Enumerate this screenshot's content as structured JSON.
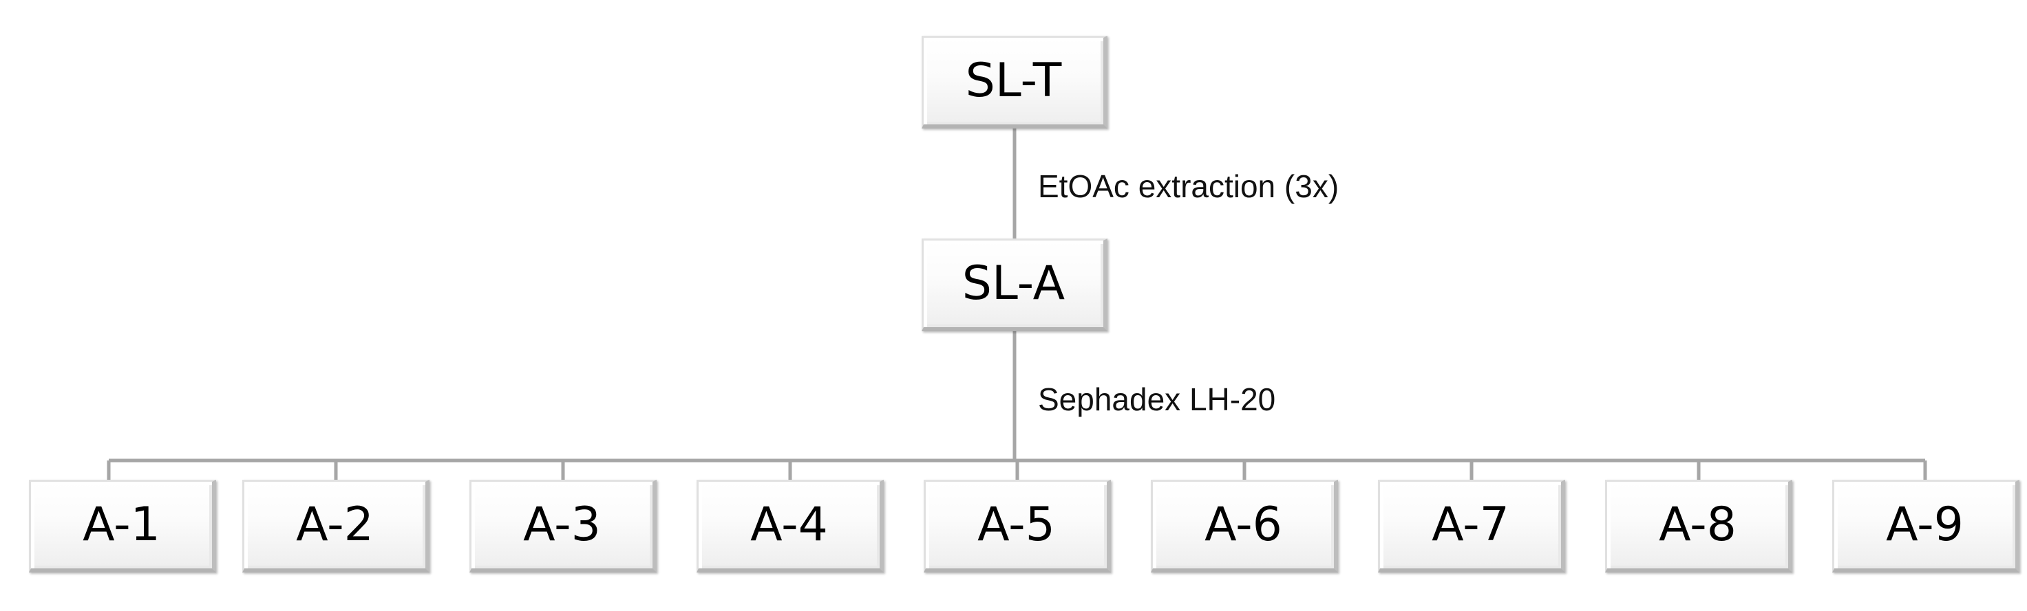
{
  "nodes": {
    "top": "SL-T",
    "middle": "SL-A",
    "fractions": [
      "A-1",
      "A-2",
      "A-3",
      "A-4",
      "A-5",
      "A-6",
      "A-7",
      "A-8",
      "A-9"
    ]
  },
  "edges": {
    "top_to_middle": "EtOAc extraction (3x)",
    "middle_to_fractions": "Sephadex LH-20"
  }
}
